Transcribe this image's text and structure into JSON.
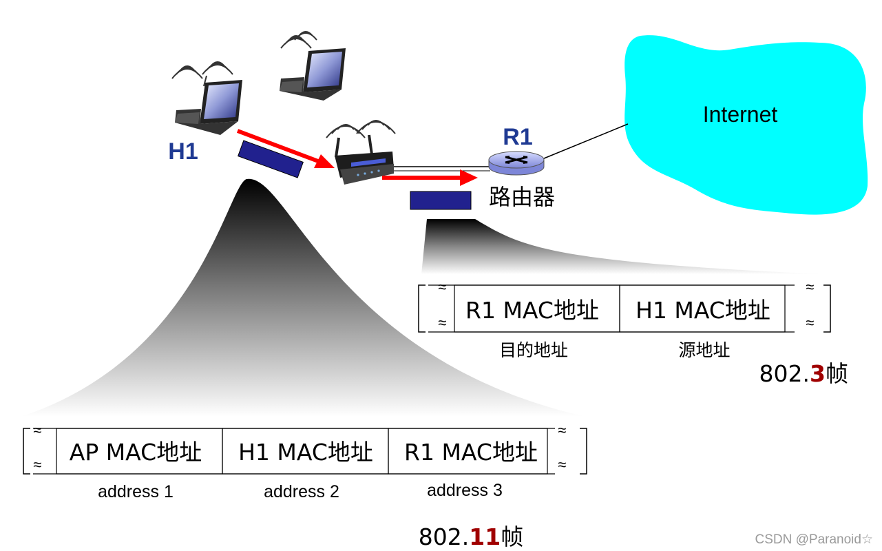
{
  "labels": {
    "host": "H1",
    "router": "R1",
    "router_cn": "路由器",
    "cloud": "Internet"
  },
  "frame_8023": {
    "fields": [
      {
        "text": "R1 MAC地址",
        "caption": "目的地址"
      },
      {
        "text": "H1 MAC地址",
        "caption": "源地址"
      }
    ],
    "name_prefix": "802.",
    "name_highlight": "3",
    "name_suffix": "帧"
  },
  "frame_80211": {
    "fields": [
      {
        "text": "AP MAC地址",
        "caption": "address 1"
      },
      {
        "text": "H1 MAC地址",
        "caption": "address 2"
      },
      {
        "text": "R1 MAC地址",
        "caption": "address 3"
      }
    ],
    "name_prefix": "802.",
    "name_highlight": "11",
    "name_suffix": "帧"
  },
  "watermark": "CSDN @Paranoid☆",
  "colors": {
    "label_blue": "#1f3a93",
    "packet_blue": "#21218e",
    "arrow_red": "#ff0000",
    "highlight_red": "#a00000",
    "cloud_cyan": "#00ffff"
  }
}
